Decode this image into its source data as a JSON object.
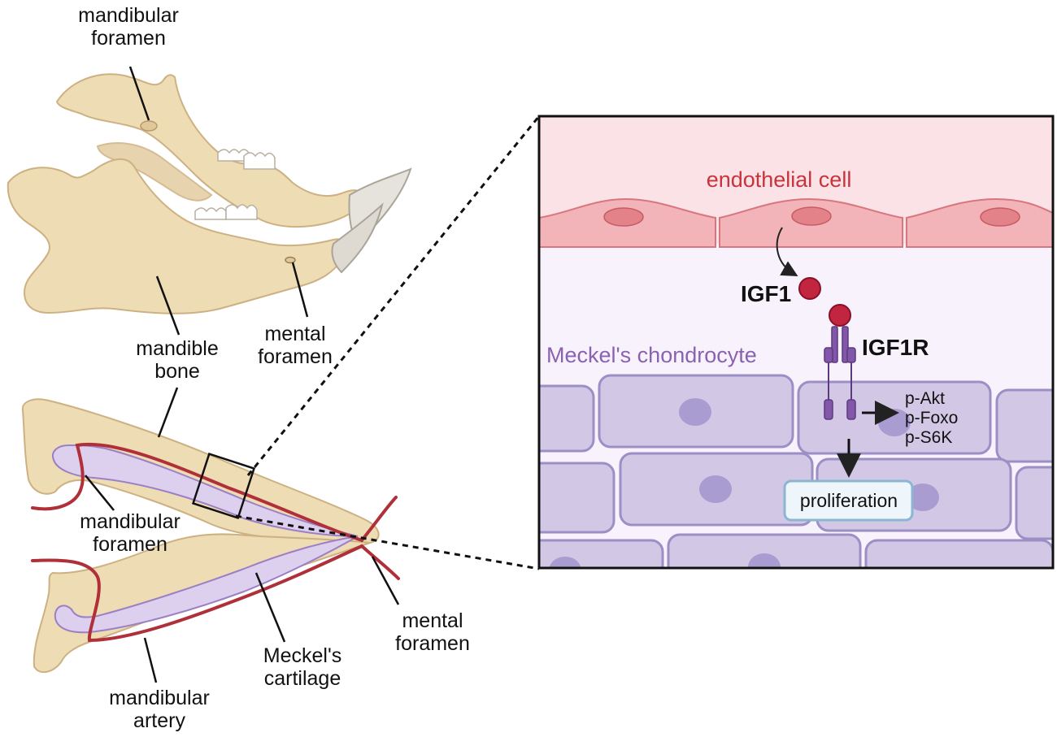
{
  "skull_labels": {
    "mandibular_foramen_top": [
      "mandibular",
      "foramen"
    ],
    "mental_foramen_mid": [
      "mental",
      "foramen"
    ],
    "mandible_bone": [
      "mandible",
      "bone"
    ]
  },
  "embryo_labels": {
    "mandibular_foramen": [
      "mandibular",
      "foramen"
    ],
    "mental_foramen": [
      "mental",
      "foramen"
    ],
    "meckels_cartilage": [
      "Meckel's",
      "cartilage"
    ],
    "mandibular_artery": [
      "mandibular",
      "artery"
    ]
  },
  "inset": {
    "endothelial_cell": "endothelial cell",
    "igf1": "IGF1",
    "igf1r": "IGF1R",
    "meckels_chondrocyte": "Meckel's chondrocyte",
    "downstream": [
      "p-Akt",
      "p-Foxo",
      "p-S6K"
    ],
    "proliferation": "proliferation"
  },
  "colors": {
    "bone": "#eedcb4",
    "bone_outline": "#cdb182",
    "cartilage": "#ddd0ee",
    "cartilage_outline": "#9c7fc4",
    "artery": "#b0303a",
    "endothelial_bg": "#fbe2e6",
    "endothelial_cell": "#f2b4b8",
    "lumen": "#f7f2fb",
    "chondrocyte": "#d2c8e6",
    "chondrocyte_outline": "#9b8fc5",
    "ligand": "#c2253f",
    "receptor": "#8256a8"
  }
}
